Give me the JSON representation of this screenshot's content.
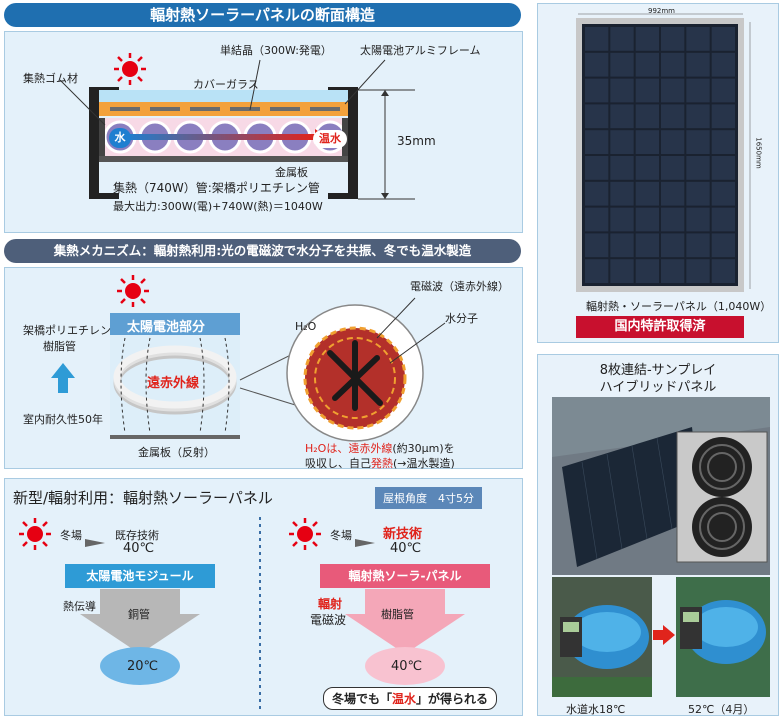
{
  "cross_section": {
    "title": "輻射熱ソーラーパネルの断面構造",
    "mono_crystal": "単結晶（300W:発電）",
    "aluminum_frame": "太陽電池アルミフレーム",
    "heat_rubber": "集熱ゴム材",
    "cover_glass": "カバーガラス",
    "water": "水",
    "hot_water": "温水",
    "metal_plate": "金属板",
    "height": "35mm",
    "pipe_note": "集熱（740W）管:架橋ポリエチレン管",
    "max_output": "最大出力:300W(電)+740W(熱)＝1040W"
  },
  "mechanism": {
    "title": "集熱メカニズム：輻射熱利用:光の電磁波で水分子を共振、冬でも温水製造",
    "pipe_label_1": "架橋ポリエチレン",
    "pipe_label_2": "樹脂管",
    "durability": "室内耐久性50年",
    "solar_part": "太陽電池部分",
    "far_infrared": "遠赤外線",
    "metal_reflect": "金属板（反射）",
    "em_wave": "電磁波（遠赤外線）",
    "h2o": "H₂O",
    "water_molecule": "水分子",
    "caption_1a": "H₂Oは、",
    "caption_1b": "遠赤外線",
    "caption_1c": "(約30µm)を",
    "caption_2a": "吸収し、自己",
    "caption_2b": "発熱",
    "caption_2c": "(→温水製造)"
  },
  "comparison": {
    "title": "新型/輻射利用：輻射熱ソーラーパネル",
    "roof_angle": "屋根角度　4寸5分",
    "left": {
      "season": "冬場",
      "tech": "既存技術",
      "temp_in": "40℃",
      "module": "太陽電池モジュール",
      "transfer": "熱伝導",
      "pipe": "銅管",
      "temp_out": "20℃"
    },
    "right": {
      "season": "冬場",
      "tech": "新技術",
      "temp_in": "40℃",
      "module": "輻射熱ソーラ-パネル",
      "radiation_1": "輻射",
      "radiation_2": "電磁波",
      "pipe": "樹脂管",
      "temp_out": "40℃",
      "result_a": "冬場でも「",
      "result_b": "温水",
      "result_c": "」が得られる"
    }
  },
  "panel_photo": {
    "width": "992mm",
    "height": "1650mm",
    "caption": "輻射熱・ソーラーパネル（1,040W）",
    "patent": "国内特許取得済"
  },
  "sample": {
    "title_1": "8枚連結-サンプレイ",
    "title_2": "ハイブリッドパネル",
    "tap_water": "水道水18℃",
    "result_temp": "52℃（4月）"
  },
  "colors": {
    "title_blue": "#1f6fb0",
    "panel_bg": "#e4f1fa",
    "module_blue": "#2e9bd6",
    "radiant_pink": "#e85a7a",
    "patent_red": "#c8102e",
    "sun_red": "#e60012"
  }
}
